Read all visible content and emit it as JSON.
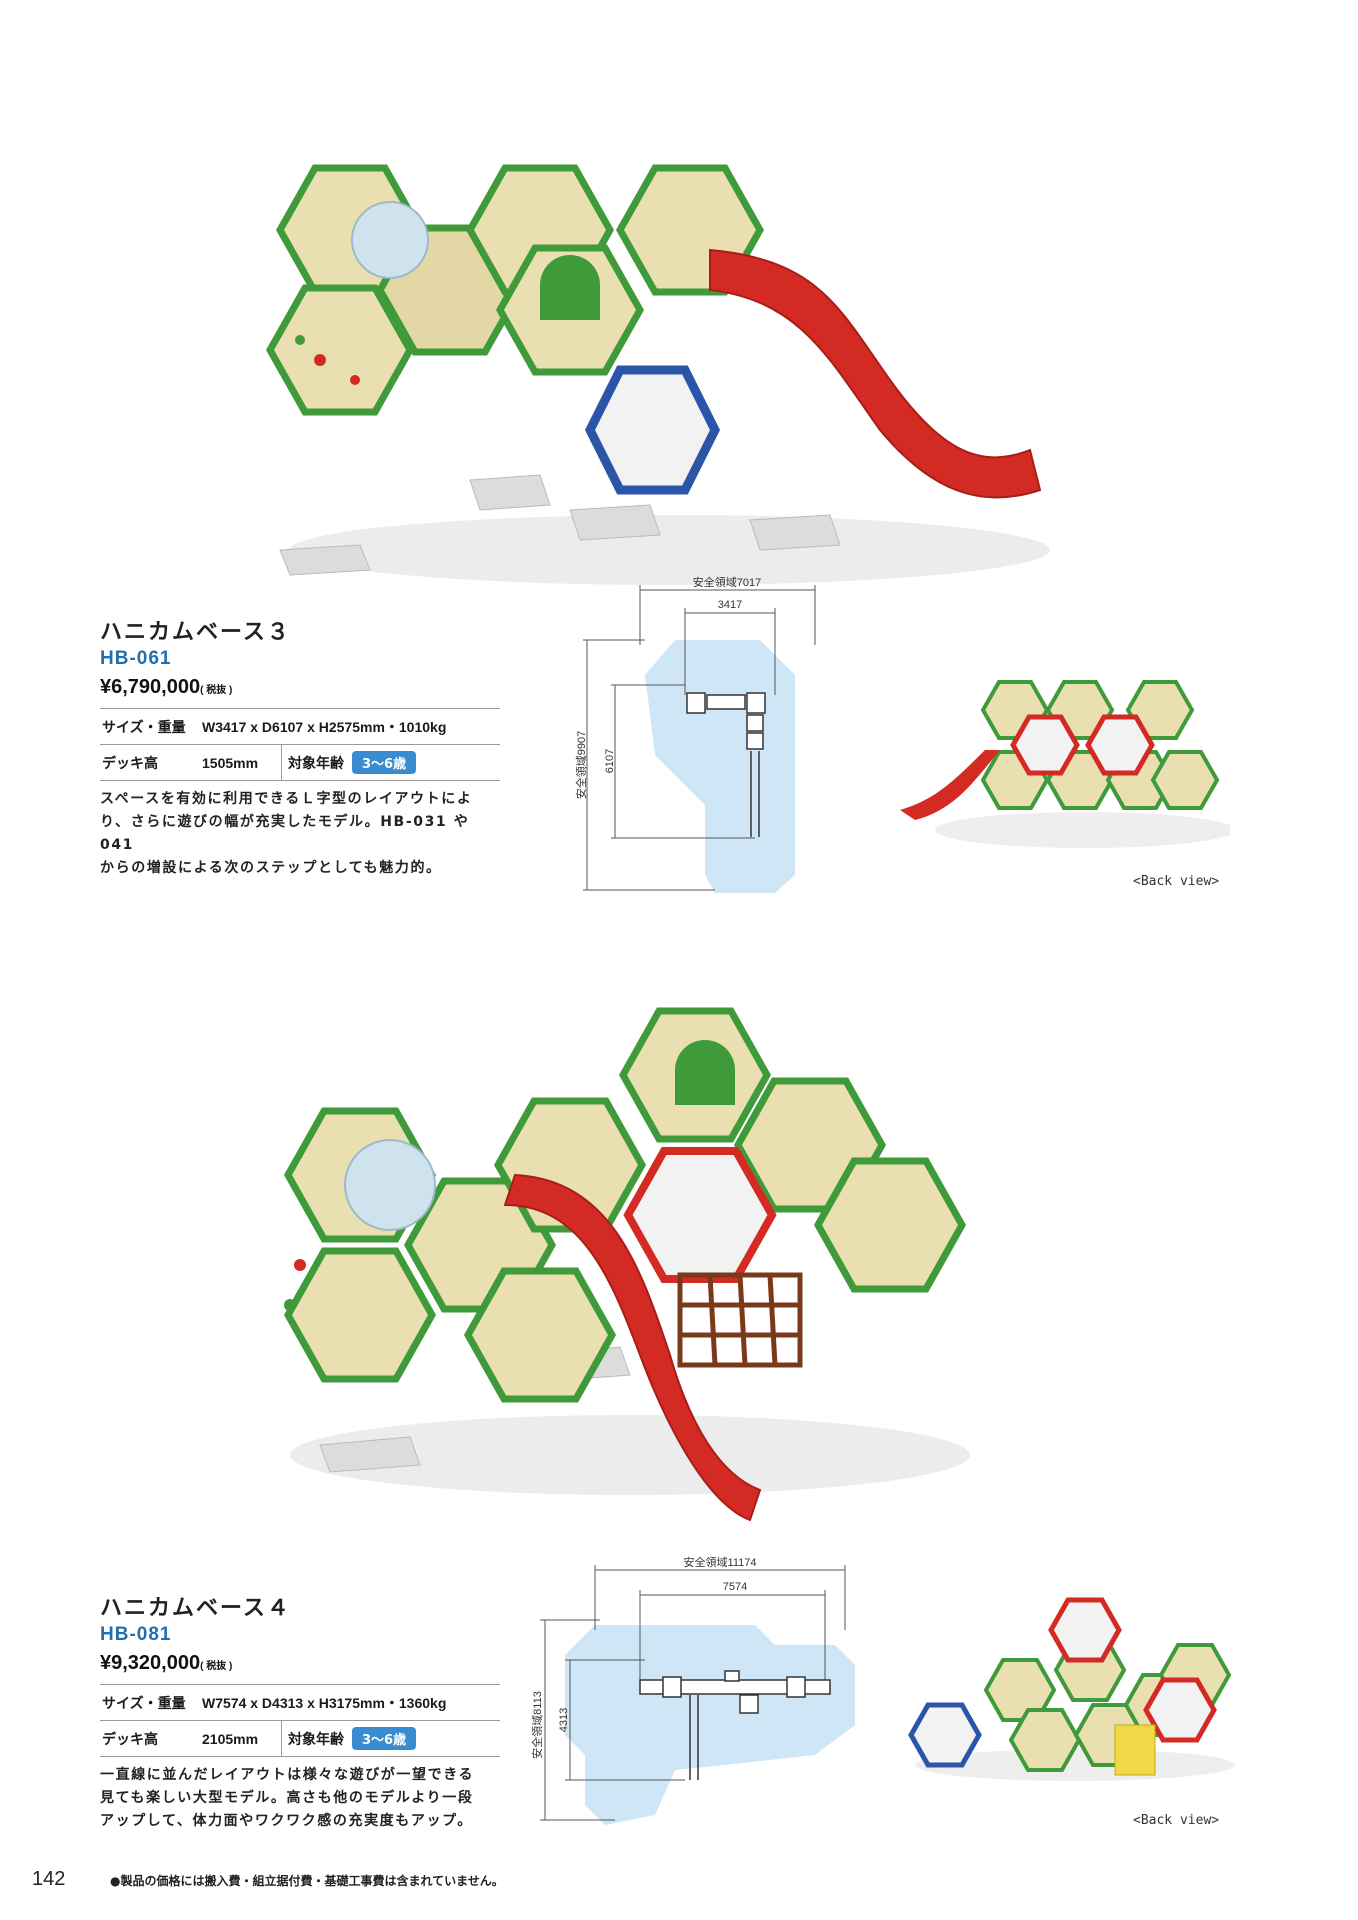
{
  "products": [
    {
      "name": "ハニカムベース３",
      "code": "HB-061",
      "price": "¥6,790,000",
      "tax": "( 税抜 )",
      "spec_size_label": "サイズ・重量",
      "spec_size_value": "W3417 x D6107 x H2575mm・1010kg",
      "deck_label": "デッキ高",
      "deck_value": "1505mm",
      "age_label": "対象年齢",
      "age_value": "3～6歳",
      "description": [
        "スペースを有効に利用できるＬ字型のレイアウトによ",
        "り、さらに遊びの幅が充実したモデル。HB-031 や 041",
        "からの増設による次のステップとしても魅力的。"
      ],
      "diagram": {
        "safety_w": "安全領域7017",
        "w": "3417",
        "safety_d": "安全領域9907",
        "d": "6107"
      },
      "back_view": "<Back view>"
    },
    {
      "name": "ハニカムベース４",
      "code": "HB-081",
      "price": "¥9,320,000",
      "tax": "( 税抜 )",
      "spec_size_label": "サイズ・重量",
      "spec_size_value": "W7574 x D4313 x H3175mm・1360kg",
      "deck_label": "デッキ高",
      "deck_value": "2105mm",
      "age_label": "対象年齢",
      "age_value": "3～6歳",
      "description": [
        "一直線に並んだレイアウトは様々な遊びが一望できる",
        "見ても楽しい大型モデル。高さも他のモデルより一段",
        "アップして、体力面やワクワク感の充実度もアップ。"
      ],
      "diagram": {
        "safety_w": "安全領域11174",
        "w": "7574",
        "safety_d": "安全領域8113",
        "d": "4313"
      },
      "back_view": "<Back view>"
    }
  ],
  "page_number": "142",
  "footnote": "●製品の価格には搬入費・組立据付費・基礎工事費は含まれていません。",
  "colors": {
    "green": "#3f9a3a",
    "beige": "#e9dfb0",
    "red": "#d42a24",
    "blue": "#2b55a8",
    "safety": "#cfe6f6",
    "accent": "#1f6fb2"
  }
}
